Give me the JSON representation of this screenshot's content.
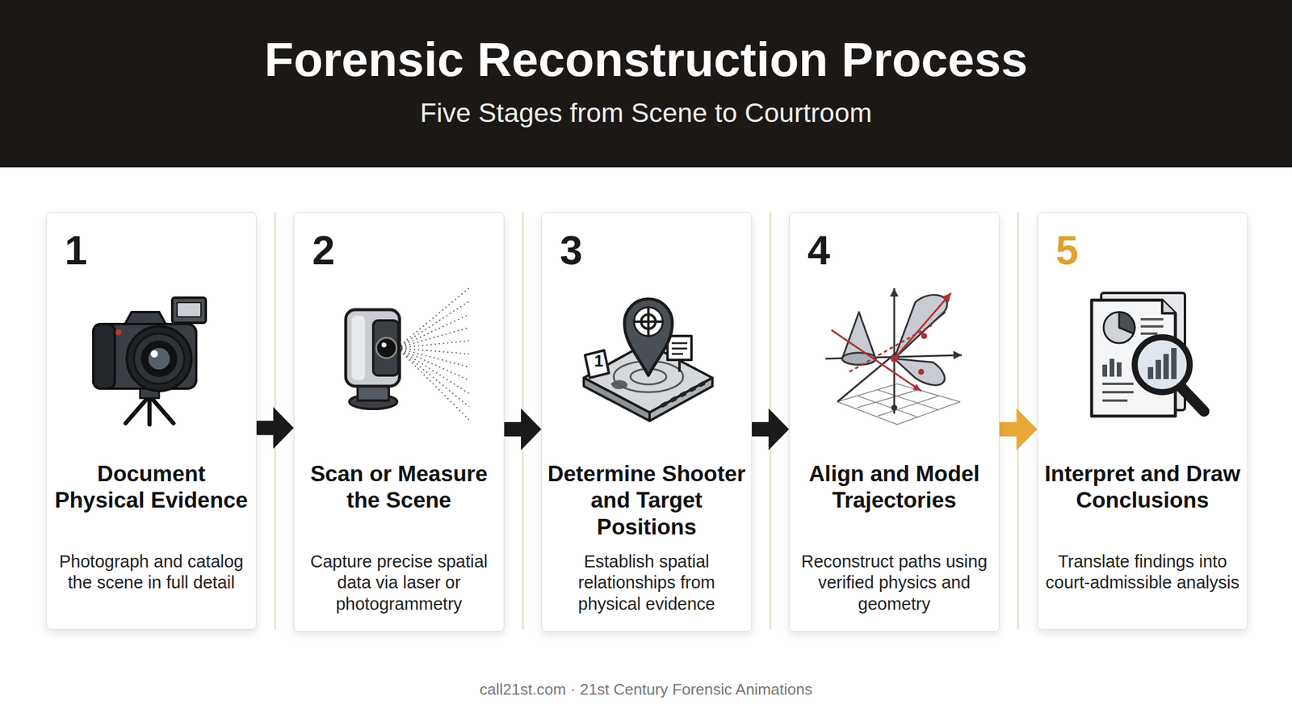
{
  "diagram": {
    "title": "Forensic Reconstruction Process",
    "caption": "call21st.com · 21st Century Forensic Animations",
    "nodes": [
      {
        "text": [
          "1",
          "Document Physical Evidence",
          "Photograph and catalog the scene in full detail"
        ]
      },
      {
        "text": [
          "2",
          "Scan or Measure the Scene",
          "Capture precise spatial data via laser or photogrammetry"
        ]
      },
      {
        "text": [
          "3",
          "Determine Shooter and Target Positions",
          "Establish spatial relationships from physical evidence"
        ]
      },
      {
        "text": [
          "4",
          "Align and Model Trajectories",
          "Reconstruct paths using verified physics and geometry"
        ]
      },
      {
        "text": [
          "5",
          "Interpret and Draw Conclusions",
          "Translate findings into court-admissible analysis"
        ]
      }
    ],
    "edges": [
      {
        "from": 0,
        "to": 1,
        "arrow": "to"
      },
      {
        "from": 1,
        "to": 2,
        "arrow": "to"
      },
      {
        "from": 2,
        "to": 3,
        "arrow": "to"
      },
      {
        "from": 3,
        "to": 4,
        "arrow": "to"
      }
    ],
    "labels": [
      "Five Stages from Scene to Courtroom",
      "1"
    ]
  }
}
